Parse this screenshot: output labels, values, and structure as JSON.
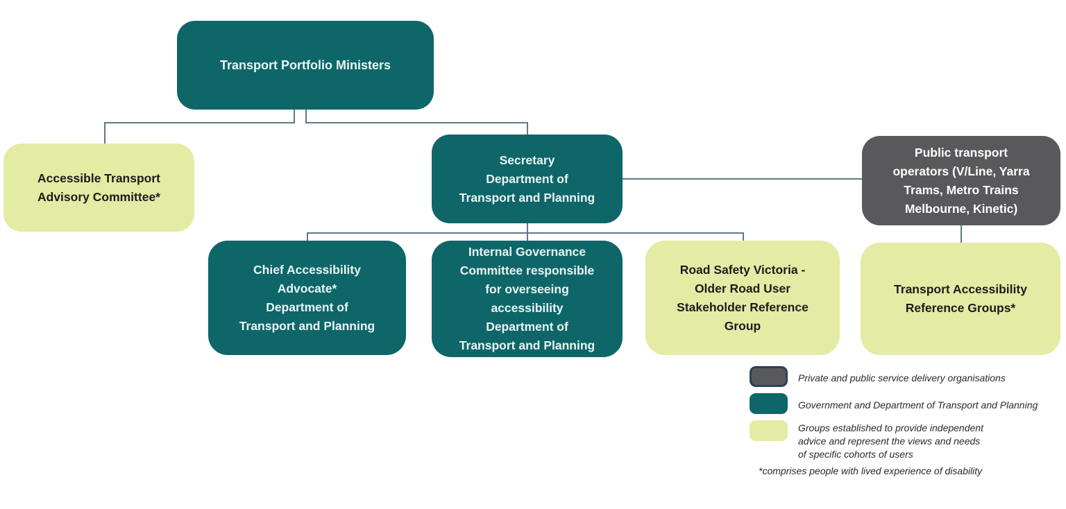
{
  "colors": {
    "bg": "#ffffff",
    "teal": "#0e6669",
    "green": "#e4eba4",
    "gray": "#59595b",
    "gray-border": "#2c4254",
    "line": "#5d7a84",
    "teal-text": "#eaf5f3",
    "dark-text": "#1c1c1c",
    "legend-text": "#2a2a2a"
  },
  "nodes": {
    "ministers": {
      "label": "Transport Portfolio Ministers"
    },
    "advisory": {
      "label": "Accessible Transport\nAdvisory Committee*"
    },
    "secretary": {
      "label": "Secretary\nDepartment of\nTransport and Planning"
    },
    "operators": {
      "label": "Public transport\noperators (V/Line, Yarra\nTrams, Metro Trains\nMelbourne, Kinetic)"
    },
    "advocate": {
      "label": "Chief Accessibility\nAdvocate*\nDepartment of\nTransport and Planning"
    },
    "governance": {
      "label": "Internal Governance\nCommittee responsible\nfor overseeing\naccessibility\nDepartment of\nTransport and Planning"
    },
    "road_safety": {
      "label": "Road Safety Victoria -\nOlder Road User\nStakeholder Reference\nGroup"
    },
    "reference_groups": {
      "label": "Transport Accessibility\nReference Groups*"
    }
  },
  "legend": {
    "items": [
      {
        "swatch": "gray",
        "label": "Private and public service delivery organisations"
      },
      {
        "swatch": "teal",
        "label": "Government and Department of Transport and Planning"
      },
      {
        "swatch": "green",
        "label": "Groups established to provide independent\nadvice and represent the views and needs\nof specific cohorts of users"
      }
    ],
    "footnote": "*comprises people with lived experience of disability"
  }
}
